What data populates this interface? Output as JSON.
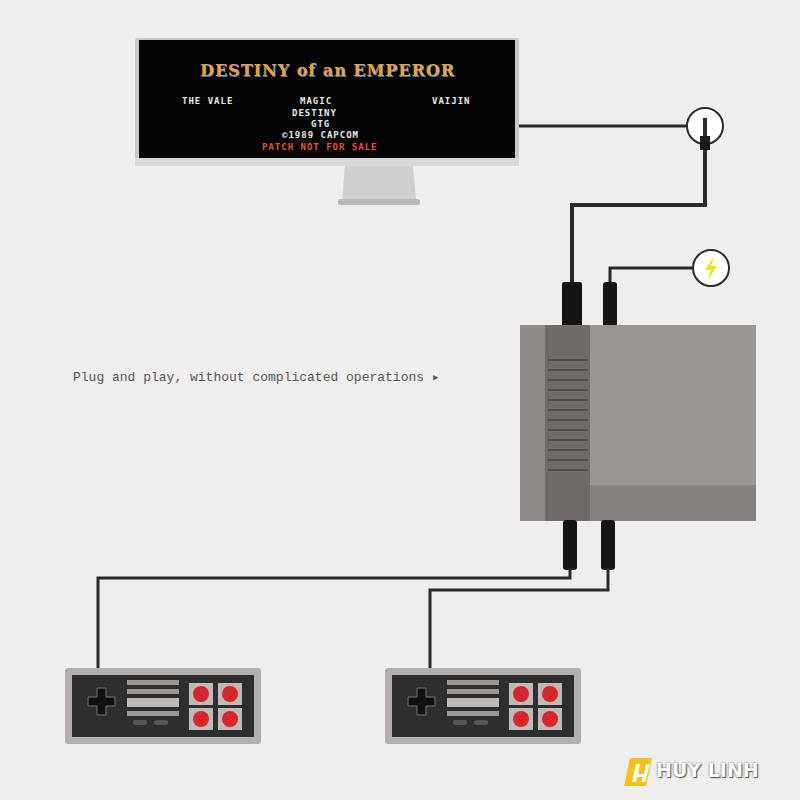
{
  "diagram": {
    "labels": [
      "DESTINY of an EMPEROR",
      "THE VALE",
      "MAGIC",
      "VAIJIN",
      "DESTINY",
      "GTG",
      "©1989 CAPCOM",
      "PATCH NOT FOR SALE",
      "Plug and play, without complicated operations ▸",
      "HUY LINH"
    ]
  }
}
